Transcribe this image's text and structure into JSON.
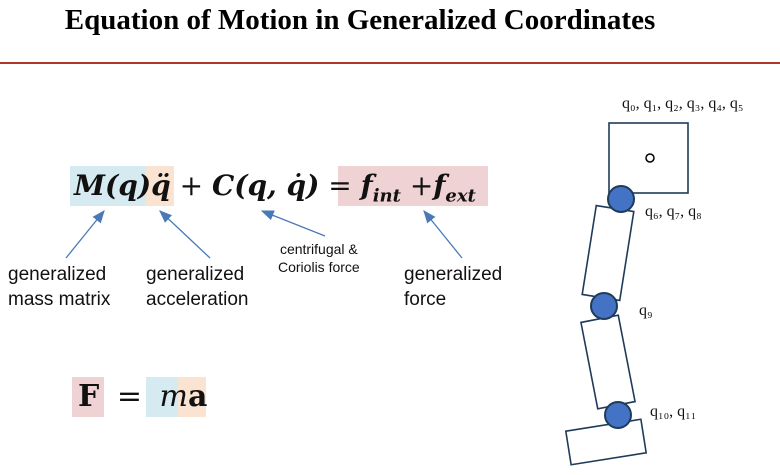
{
  "title": "Equation of Motion in Generalized Coordinates",
  "equation": {
    "mass_term": "M(q)",
    "acceleration_term": "q̈",
    "plus": "+",
    "coriolis_term": "C(q, q̇)",
    "equals": "=",
    "f_int_base": "f",
    "f_int_sub": "int",
    "plus2": "+",
    "f_ext_base": "f",
    "f_ext_sub": "ext"
  },
  "annotations": {
    "mass_matrix": [
      "generalized",
      "mass matrix"
    ],
    "acceleration": [
      "generalized",
      "acceleration"
    ],
    "coriolis": [
      "centrifugal &",
      "Coriolis force"
    ],
    "force": [
      "generalized",
      "force"
    ]
  },
  "newton": {
    "F": "F",
    "equals": "=",
    "m": "m",
    "a": "a"
  },
  "diagram": {
    "top_label": "q₀, q₁, q₂, q₃, q₄, q₅",
    "joint1_label": "q₆, q₇, q₈",
    "joint2_label": "q₉",
    "joint3_label": "q₁₀, q₁₁"
  },
  "colors": {
    "title_rule": "#b0362e",
    "joint_fill": "#4472c4",
    "arrow": "#4a7ab5",
    "mass_highlight": "#d6eaf1",
    "accel_highlight": "#fbe3d1",
    "force_highlight": "#efd2d3"
  }
}
